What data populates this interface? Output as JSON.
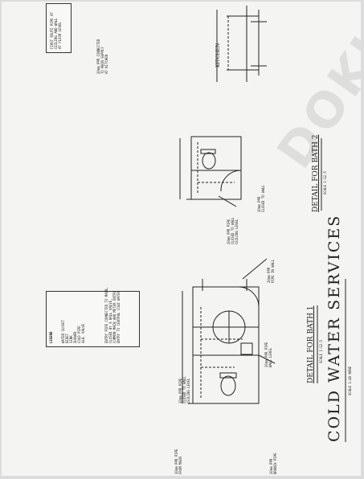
{
  "sheet": {
    "main_title": "COLD WATER SERVICES",
    "main_scale": "SCALE 1:40 NONE",
    "bath1_title": "DETAIL FOR BATH 1",
    "bath1_scale": "SCALE 1:12.5",
    "bath2_title": "DETAIL FOR BATH 2",
    "bath2_scale": "SCALE 1:12.5",
    "kitchen_label": "KITCHEN"
  },
  "legend": {
    "title": "LEGEND",
    "items": [
      "WATER CLOSET",
      "BIDET",
      "SINK",
      "SHOWER",
      "COLD PIPE",
      "GLB. VALVE"
    ],
    "note": [
      "ENTRY PIPE CONNECTED TO MAIN,",
      "CLOSED BY A BALL VALVE,",
      "COMMON MAIN AND METER ENTRY",
      "ENTRY TO CENTRAL COLD WATER"
    ]
  },
  "notes": {
    "top_box": [
      "FIRST ROUTE PIPE AT",
      "CEILING AND WALL",
      "AT FLOOR LEVEL"
    ],
    "top_note": [
      "20mm PPR CONNECTED",
      "TO MAIN SUPPLY",
      "AT KITCHEN"
    ],
    "bath1_a": [
      "20mm PPR PIPE",
      "CLOSED TO WALL",
      "CEILING LEVEL"
    ],
    "bath1_b": [
      "20mm PPR PIPE",
      "WALL LEVEL"
    ],
    "bath1_c": [
      "20mm PPR",
      "PIPE IN WALL"
    ],
    "bath1_d": [
      "20mm PPR PIPE",
      "FROM MAIN"
    ],
    "bath1_e": [
      "20mm PPR",
      "BRANCH PIPE"
    ],
    "bath2_a": [
      "20mm PPR PIPE",
      "CLOSED TO WALL",
      "CEILING LEVEL"
    ],
    "bath2_b": [
      "20mm PPR",
      "CLOSED TO WALL"
    ]
  },
  "watermark": "DOKU"
}
